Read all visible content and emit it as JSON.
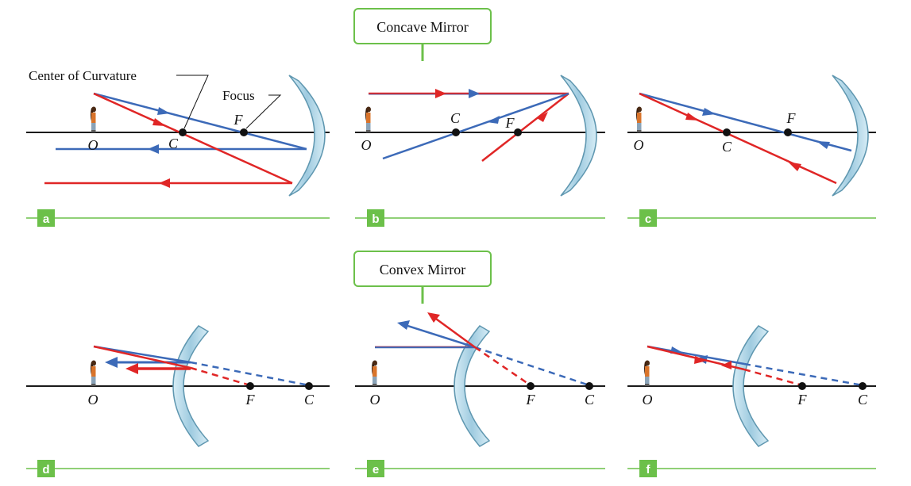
{
  "colors": {
    "red_ray": "#e02626",
    "blue_ray": "#3c6ab8",
    "accent_green": "#6cc04a",
    "mirror_fill": "#a9d2e3",
    "mirror_stroke": "#5f97b0",
    "axis": "#1a1a1a"
  },
  "callouts": {
    "concave": "Concave Mirror",
    "convex": "Convex Mirror"
  },
  "annotations": {
    "center_of_curvature": "Center of Curvature",
    "focus": "Focus"
  },
  "point_labels": {
    "object": "O",
    "center": "C",
    "focus": "F"
  },
  "panels": [
    {
      "id": "a",
      "tag": "a"
    },
    {
      "id": "b",
      "tag": "b"
    },
    {
      "id": "c",
      "tag": "c"
    },
    {
      "id": "d",
      "tag": "d"
    },
    {
      "id": "e",
      "tag": "e"
    },
    {
      "id": "f",
      "tag": "f"
    }
  ]
}
